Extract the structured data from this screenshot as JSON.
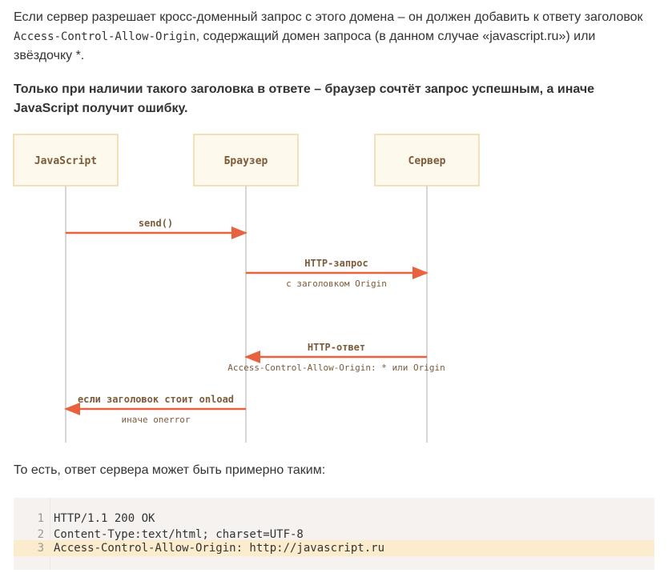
{
  "paragraphs": {
    "p1": {
      "before": "Если сервер разрешает кросс-доменный запрос с этого домена – он должен добавить к ответу заголовок ",
      "code": "Access-Control-Allow-Origin",
      "after": ", содержащий домен запроса (в данном случае «javascript.ru») или звёздочку *."
    },
    "p2": "Только при наличии такого заголовка в ответе – браузер сочтёт запрос успешным, а иначе JavaScript получит ошибку.",
    "p3": "То есть, ответ сервера может быть примерно таким:"
  },
  "diagram": {
    "colors": {
      "box_fill": "#fdf9ec",
      "box_border": "#f0d6a6",
      "arrow": "#e9623f",
      "lifeline": "#c8c8c8",
      "text": "#7c5b3a"
    },
    "actors": [
      {
        "id": "js",
        "label": "JavaScript"
      },
      {
        "id": "browser",
        "label": "Браузер"
      },
      {
        "id": "server",
        "label": "Сервер"
      }
    ],
    "messages": [
      {
        "from": "js",
        "to": "browser",
        "label_top": "send()",
        "label_bottom": ""
      },
      {
        "from": "browser",
        "to": "server",
        "label_top": "HTTP-запрос",
        "label_bottom": "с заголовком Origin"
      },
      {
        "from": "server",
        "to": "browser",
        "label_top": "HTTP-ответ",
        "label_bottom": "Access-Control-Allow-Origin: * или Origin"
      },
      {
        "from": "browser",
        "to": "js",
        "label_top": "если заголовок стоит onload",
        "label_bottom": "иначе onerror"
      }
    ]
  },
  "code_block": {
    "lines": [
      {
        "number": "1",
        "text": "HTTP/1.1 200 OK",
        "highlighted": false
      },
      {
        "number": "2",
        "text": "Content-Type:text/html; charset=UTF-8",
        "highlighted": false
      },
      {
        "number": "3",
        "text": "Access-Control-Allow-Origin: http://javascript.ru",
        "highlighted": true
      }
    ]
  }
}
